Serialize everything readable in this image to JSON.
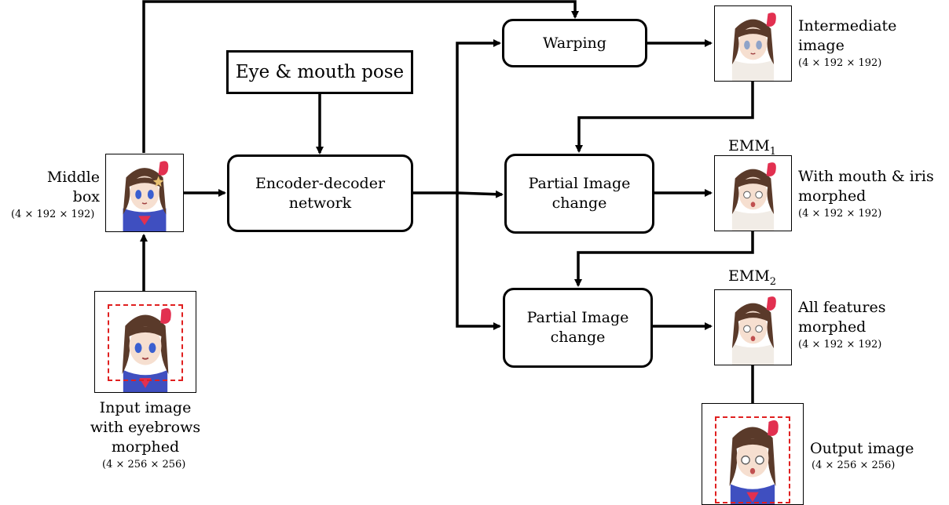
{
  "nodes": {
    "warping": "Warping",
    "eye_mouth_pose": "Eye & mouth pose",
    "encoder_decoder": "Encoder-decoder\nnetwork",
    "partial_change_1": "Partial Image\nchange",
    "partial_change_2": "Partial Image\nchange"
  },
  "labels": {
    "middle_box": "Middle\nbox",
    "middle_box_dim": "(4 × 192 × 192)",
    "input_image": "Input image\nwith eyebrows\nmorphed",
    "input_image_dim": "(4 × 256 × 256)",
    "intermediate": "Intermediate\nimage",
    "intermediate_dim": "(4 × 192 × 192)",
    "emm1_base": "EMM",
    "emm1_sub": "1",
    "emm1_desc": "With mouth & iris\nmorphed",
    "emm1_dim": "(4 × 192 × 192)",
    "emm2_base": "EMM",
    "emm2_sub": "2",
    "emm2_desc": "All features\nmorphed",
    "emm2_dim": "(4 × 192 × 192)",
    "output_image": "Output image",
    "output_image_dim": "(4 × 256 × 256)"
  },
  "colors": {
    "line": "#000000",
    "dashed_crop": "#e02020",
    "hair": "#5a3a2a",
    "skin": "#f6dfd0",
    "uniform": "#3f4fc0",
    "ribbon": "#e23050"
  },
  "icons": [
    "anime-character-portrait"
  ]
}
